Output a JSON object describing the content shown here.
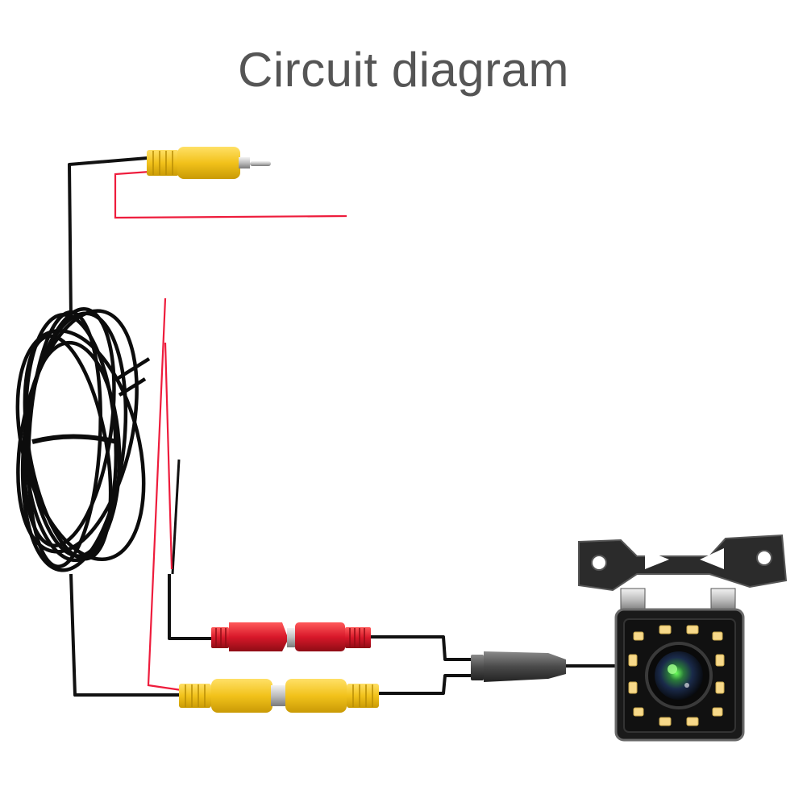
{
  "title": "Circuit diagram",
  "colors": {
    "background": "#ffffff",
    "title": "#555555",
    "black_wire": "#111111",
    "red_wire": "#ee1c3c",
    "rca_yellow": "#f2c21b",
    "rca_yellow_dark": "#c99a05",
    "power_red": "#d8182a",
    "camera_body": "#1a1a1a",
    "camera_bracket": "#2b2b2b",
    "led_warm": "#f7d98a",
    "lens_glow": "#4cd64a",
    "metal": "#c8c8c8"
  },
  "components": [
    {
      "id": "rca-plug-top",
      "icon": "rca-plug"
    },
    {
      "id": "extension-cable-coil",
      "icon": "cable-coil"
    },
    {
      "id": "trigger-wire",
      "icon": "red-wire"
    },
    {
      "id": "power-connector-pair",
      "icon": "dc-connector"
    },
    {
      "id": "rca-coupler",
      "icon": "rca-coupler"
    },
    {
      "id": "camera-junction",
      "icon": "cable-splitter"
    },
    {
      "id": "backup-camera",
      "icon": "camera"
    }
  ]
}
